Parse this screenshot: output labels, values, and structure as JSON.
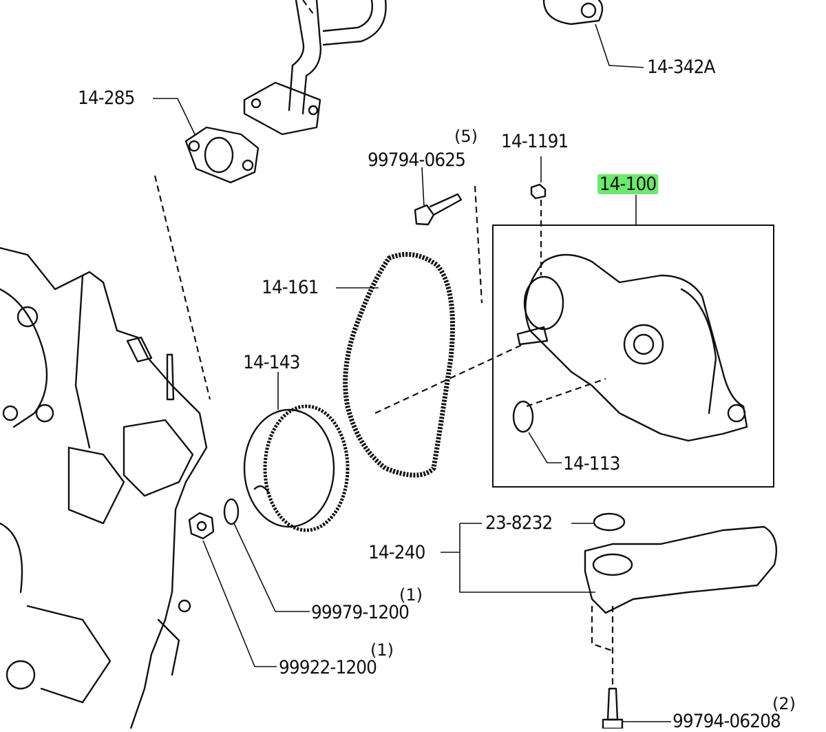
{
  "title": "Oil pump assembly parts diagram",
  "highlight_color": "#6de86d",
  "parts": {
    "p14_342A": {
      "number": "14-342A"
    },
    "p14_285": {
      "number": "14-285"
    },
    "p99794_0625": {
      "number": "99794-0625",
      "qty": "(5)"
    },
    "p14_1191": {
      "number": "14-1191"
    },
    "p14_100": {
      "number": "14-100",
      "highlighted": true
    },
    "p14_161": {
      "number": "14-161"
    },
    "p14_143": {
      "number": "14-143"
    },
    "p14_113": {
      "number": "14-113"
    },
    "p23_8232": {
      "number": "23-8232"
    },
    "p14_240": {
      "number": "14-240"
    },
    "p99979_1200": {
      "number": "99979-1200",
      "qty": "(1)"
    },
    "p99922_1200": {
      "number": "99922-1200",
      "qty": "(1)"
    },
    "p99794_06208": {
      "number": "99794-06208",
      "qty": "(2)"
    }
  }
}
